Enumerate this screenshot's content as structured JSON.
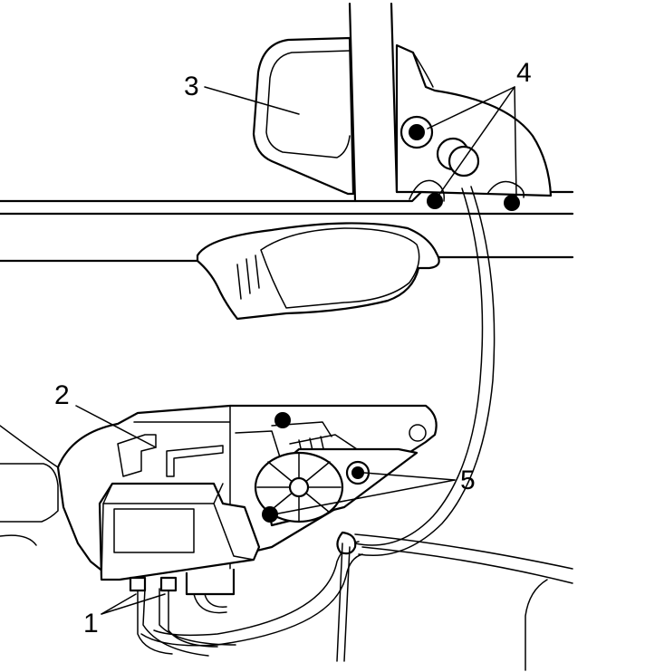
{
  "callouts": {
    "c1": "1",
    "c2": "2",
    "c3": "3",
    "c4": "4",
    "c5": "5"
  },
  "colors": {
    "line": "#000000",
    "background": "#ffffff",
    "fastener": "#000000"
  }
}
